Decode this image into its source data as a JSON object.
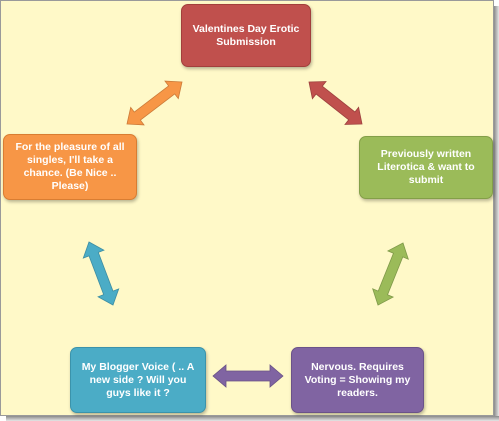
{
  "diagram": {
    "nodes": [
      {
        "id": "top",
        "label": "Valentines Day Erotic\nSubmission",
        "color": "#c0504d"
      },
      {
        "id": "right",
        "label": "Previously written\nLiterotica & want to\nsubmit",
        "color": "#9bbb59"
      },
      {
        "id": "bright",
        "label": "Nervous. Requires\nVoting = Showing my\nreaders.",
        "color": "#8064a2"
      },
      {
        "id": "bleft",
        "label": "My Blogger Voice ( .. A\nnew side ? Will you\nguys like it ?",
        "color": "#4bacc6"
      },
      {
        "id": "left",
        "label": "For the pleasure of all\nsingles, I'll take a\nchance.  (Be Nice ..\nPlease)",
        "color": "#f79646"
      }
    ],
    "edges": [
      {
        "from": "top",
        "to": "right",
        "direction": "both",
        "color": "#c0504d"
      },
      {
        "from": "right",
        "to": "bright",
        "direction": "both",
        "color": "#9bbb59"
      },
      {
        "from": "bright",
        "to": "bleft",
        "direction": "both",
        "color": "#8064a2"
      },
      {
        "from": "bleft",
        "to": "left",
        "direction": "both",
        "color": "#4bacc6"
      },
      {
        "from": "left",
        "to": "top",
        "direction": "both",
        "color": "#f79646"
      }
    ],
    "background_color": "#fff9c8"
  }
}
